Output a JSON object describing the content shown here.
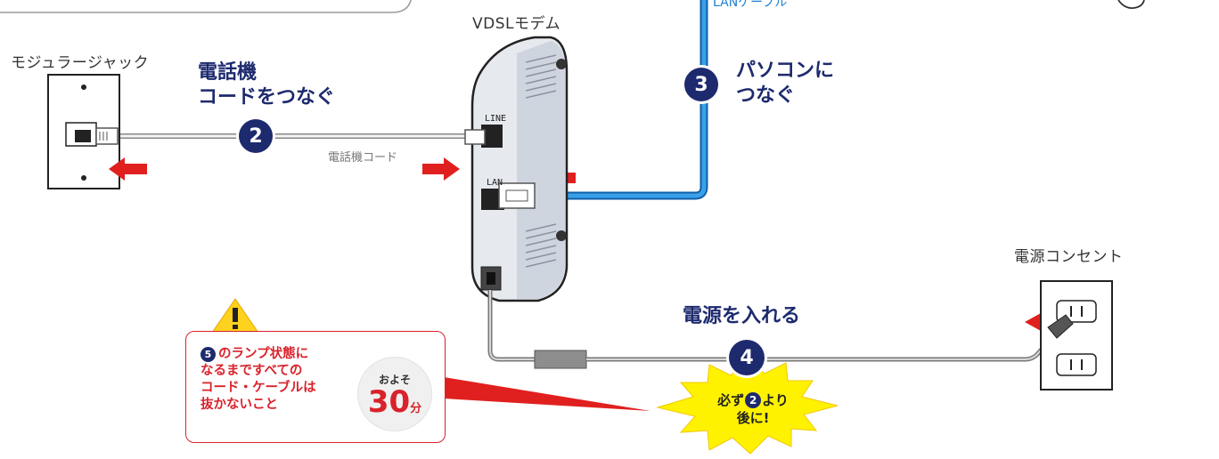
{
  "labels": {
    "modular_jack": "モジュラージャック",
    "vdsl_modem": "VDSLモデム",
    "lan_cable_partial": "LANケーブル",
    "outlet": "電源コンセント",
    "phone_cord": "電話機コード",
    "port_line": "LINE",
    "port_lan": "LAN"
  },
  "steps": [
    {
      "number": "2",
      "title_line1": "電話機",
      "title_line2": "コードをつなぐ"
    },
    {
      "number": "3",
      "title_line1": "パソコンに",
      "title_line2": "つなぐ"
    },
    {
      "number": "4",
      "title_line1": "電源を入れる"
    }
  ],
  "burst": {
    "prefix": "必ず",
    "ref_number": "2",
    "suffix": "より",
    "line2": "後に!"
  },
  "warning_note": {
    "ref_number": "5",
    "line1": "のランプ状態に",
    "line2": "なるまですべての",
    "line3": "コード・ケーブルは",
    "line4": "抜かないこと",
    "badge_top": "およそ",
    "badge_number": "30",
    "badge_unit": "分"
  },
  "colors": {
    "navy": "#1d2a6e",
    "red": "#d9222a",
    "lan_blue": "#1e7fd0",
    "burst_yellow": "#fff200"
  }
}
